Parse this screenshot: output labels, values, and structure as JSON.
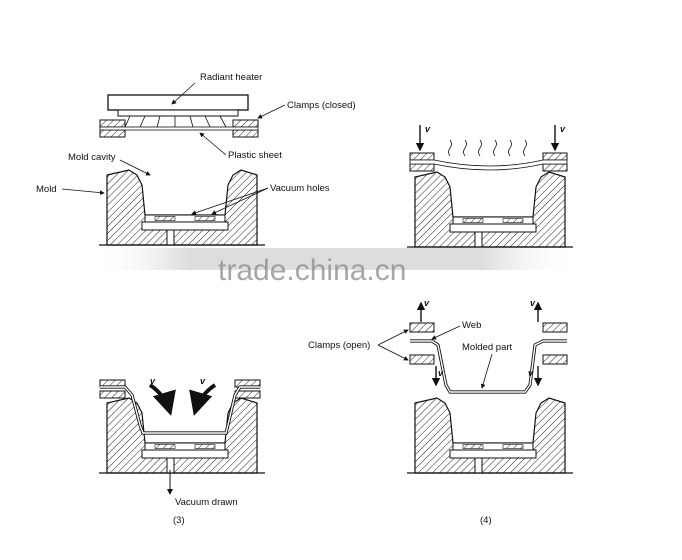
{
  "labels": {
    "radiant_heater": "Radiant heater",
    "clamps_closed": "Clamps (closed)",
    "plastic_sheet": "Plastic sheet",
    "mold_cavity": "Mold cavity",
    "mold": "Mold",
    "vacuum_holes": "Vacuum holes",
    "velocity": "v",
    "vacuum_drawn": "Vacuum drawn",
    "step3": "(3)",
    "step4": "(4)",
    "clamps_open": "Clamps (open)",
    "web": "Web",
    "molded_part": "Molded part"
  },
  "watermark": "trade.china.cn"
}
